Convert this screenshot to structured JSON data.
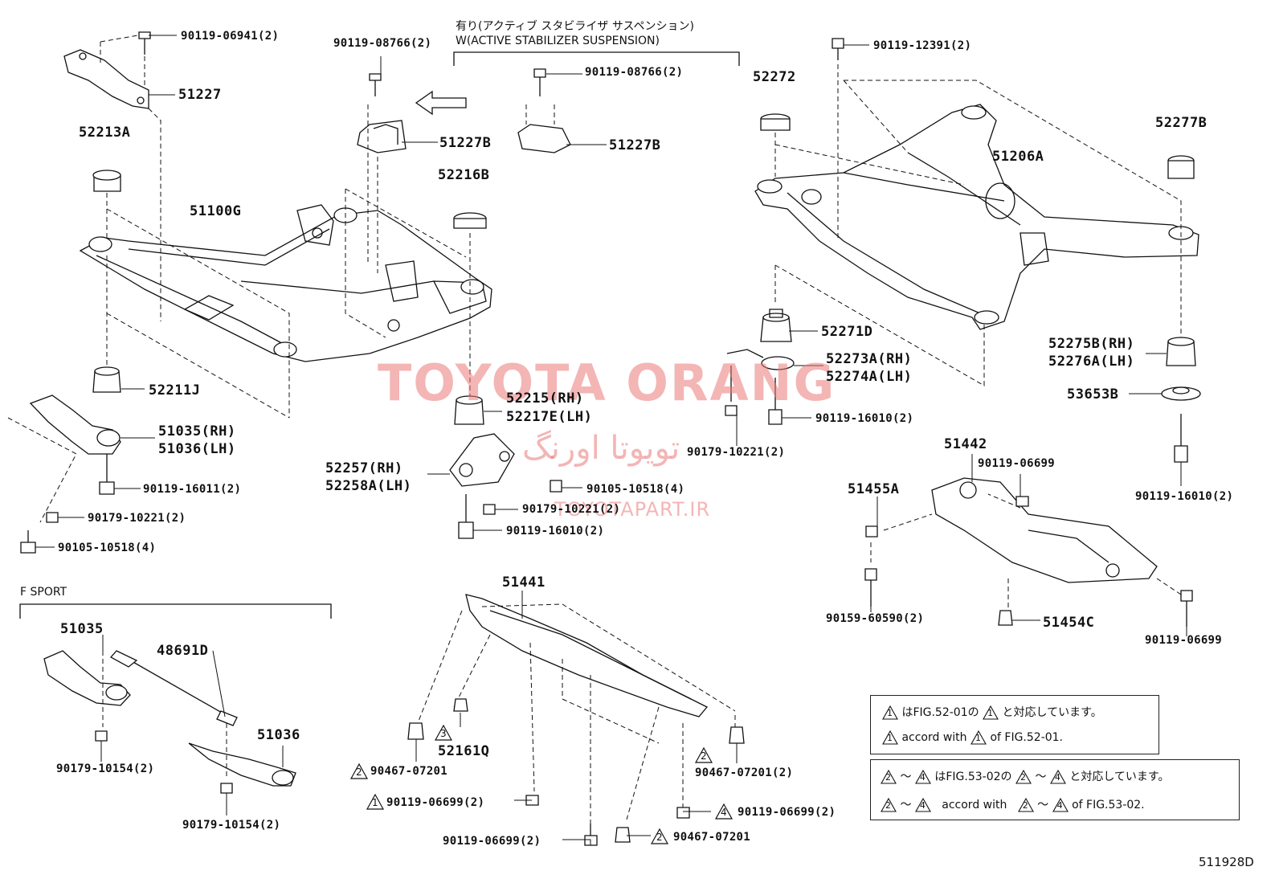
{
  "header": {
    "variant_jp": "有り(アクティブ スタビライザ サスペンション)",
    "variant_en": "W(ACTIVE STABILIZER SUSPENSION)"
  },
  "parts": {
    "p_90119_06941": "90119-06941(2)",
    "p_51227": "51227",
    "p_52213A": "52213A",
    "p_51100G": "51100G",
    "p_52211J": "52211J",
    "p_51035_rh": "51035(RH)",
    "p_51036_lh": "51036(LH)",
    "p_90119_16011": "90119-16011(2)",
    "p_90179_10221_a": "90179-10221(2)",
    "p_90105_10518_a": "90105-10518(4)",
    "p_90119_08766_a": "90119-08766(2)",
    "p_51227B_a": "51227B",
    "p_90119_08766_b": "90119-08766(2)",
    "p_51227B_b": "51227B",
    "p_52216B": "52216B",
    "p_52215_rh": "52215(RH)",
    "p_52217E_lh": "52217E(LH)",
    "p_52257_rh": "52257(RH)",
    "p_52258A_lh": "52258A(LH)",
    "p_90105_10518_b": "90105-10518(4)",
    "p_90179_10221_b": "90179-10221(2)",
    "p_90119_16010_a": "90119-16010(2)",
    "p_90119_12391": "90119-12391(2)",
    "p_52272": "52272",
    "p_51206A": "51206A",
    "p_52277B": "52277B",
    "p_52271D": "52271D",
    "p_52273A_rh": "52273A(RH)",
    "p_52274A_lh": "52274A(LH)",
    "p_52275B_rh": "52275B(RH)",
    "p_52276A_lh": "52276A(LH)",
    "p_53653B": "53653B",
    "p_90119_16010_b": "90119-16010(2)",
    "p_90179_10221_c": "90179-10221(2)",
    "p_90119_16010_c": "90119-16010(2)",
    "p_51442": "51442",
    "p_90119_06699_a": "90119-06699",
    "p_51455A": "51455A",
    "p_90159_60590": "90159-60590(2)",
    "p_51454C": "51454C",
    "p_90119_06699_b": "90119-06699",
    "p_51441": "51441",
    "p_52161Q": "52161Q",
    "p_90467_07201_a": "90467-07201",
    "p_90119_06699_c": "90119-06699(2)",
    "p_90119_06699_d": "90119-06699(2)",
    "p_90467_07201_b": "90467-07201(2)",
    "p_90119_06699_e": "90119-06699(2)",
    "p_90467_07201_c": "90467-07201",
    "fs_51035": "51035",
    "fs_48691D": "48691D",
    "fs_51036": "51036",
    "fs_90179_10154_a": "90179-10154(2)",
    "fs_90179_10154_b": "90179-10154(2)"
  },
  "fsport": {
    "title": "F SPORT"
  },
  "markers": {
    "m1": "1",
    "m2": "2",
    "m3": "3",
    "m4": "4"
  },
  "legend": {
    "line1_jp_a": "はFIG.52-01の",
    "line1_jp_b": "と対応しています。",
    "line1_en_a": "accord with",
    "line1_en_b": "of FIG.52-01.",
    "line2_jp_a": "はFIG.53-02の",
    "line2_jp_b": "と対応しています。",
    "line2_en_a": "accord with",
    "line2_en_b": "of FIG.53-02.",
    "tilde": "～"
  },
  "watermark": {
    "main": "TOYOTA ORANG",
    "persian": "تویوتا اورنگ",
    "url": "TOYOTAPART.IR"
  },
  "figure_id": "511928D"
}
